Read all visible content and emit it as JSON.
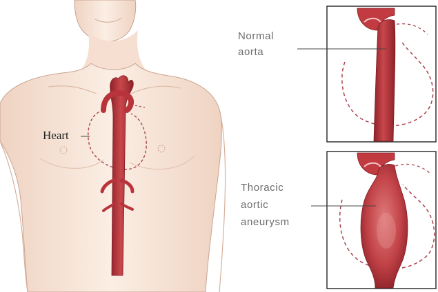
{
  "labels": {
    "heart": "Heart",
    "normal_line1": "Normal",
    "normal_line2": "aorta",
    "aneurysm_line1": "Thoracic",
    "aneurysm_line2": "aortic",
    "aneurysm_line3": "aneurysm"
  },
  "colors": {
    "skin": "#f9e8dc",
    "skin_shadow": "#e9c9b6",
    "skin_outline": "#c9a391",
    "aorta": "#b8343a",
    "aorta_dark": "#8e2229",
    "aorta_light": "#d9676a",
    "heart_outline": "#a8434a",
    "leader_line": "#444444",
    "panel_border": "#222222"
  },
  "icons": [
    "torso-illustration",
    "heart-outline",
    "normal-aorta-illustration",
    "aneurysm-illustration"
  ]
}
